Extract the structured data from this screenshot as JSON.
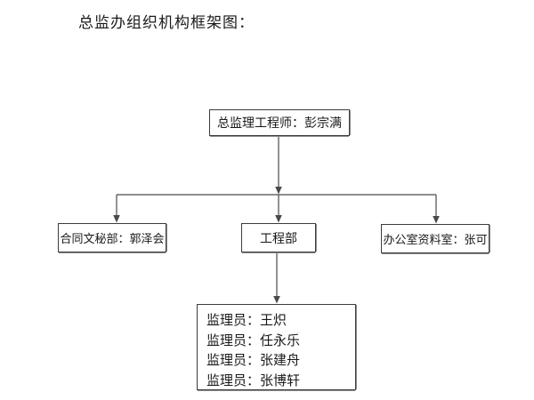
{
  "page": {
    "title": "总监办组织机构框架图："
  },
  "org_chart": {
    "root": {
      "label": "总监理工程师：彭宗满"
    },
    "departments": [
      {
        "label": "合同文秘部：郭泽会"
      },
      {
        "label": "工程部"
      },
      {
        "label": "办公室资料室：张可"
      }
    ],
    "engineering_staff": [
      "监理员：王炽",
      "监理员：任永乐",
      "监理员：张建舟",
      "监理员：张博轩"
    ]
  },
  "colors": {
    "background": "#ffffff",
    "text": "#1a1a1a",
    "border": "#3c3c3c",
    "line": "#4a4a4a"
  }
}
